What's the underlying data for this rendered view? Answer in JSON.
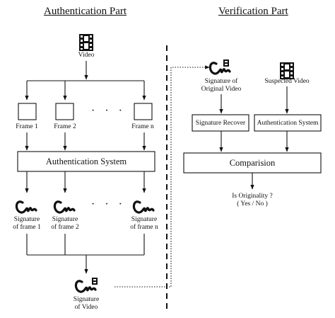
{
  "titles": {
    "authentication": "Authentication Part",
    "verification": "Verification Part"
  },
  "authentication": {
    "video_label": "Video",
    "frames": [
      "Frame 1",
      "Frame 2",
      "Frame n"
    ],
    "dots": "· · ·",
    "system_label": "Authentication System",
    "signatures": [
      {
        "line1": "Signature",
        "line2": "of frame 1"
      },
      {
        "line1": "Signature",
        "line2": "of frame 2"
      },
      {
        "line1": "Signature",
        "line2": "of frame n"
      }
    ],
    "signature_of_video": {
      "line1": "Signature",
      "line2": "of Video"
    }
  },
  "verification": {
    "signature_original": {
      "line1": "Signature of",
      "line2": "Original Video"
    },
    "suspected_label": "Suspected Video",
    "signature_recover_label": "Signature Recover",
    "system_label": "Authentication System",
    "comparison_label": "Comparision",
    "result": {
      "line1": "Is Originality ?",
      "line2": "( Yes / No )"
    }
  },
  "icons": [
    "film-icon",
    "signature-icon"
  ]
}
